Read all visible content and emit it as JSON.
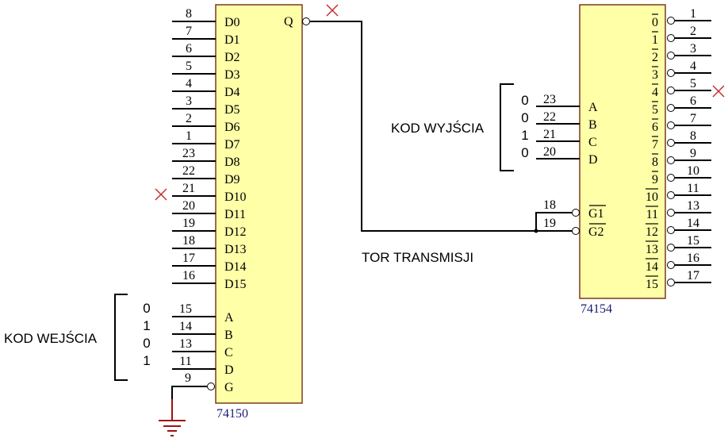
{
  "colors": {
    "chip_fill": "#ffffa8",
    "chip_border": "#7a3a1e",
    "wire": "#000000",
    "ground": "#a01010",
    "mark_x": "#c03030",
    "chip_label": "#1a1a7a"
  },
  "mux": {
    "name": "74150",
    "output_label": "Q",
    "data_inputs": [
      {
        "label": "D0",
        "pin": "8"
      },
      {
        "label": "D1",
        "pin": "7"
      },
      {
        "label": "D2",
        "pin": "6"
      },
      {
        "label": "D3",
        "pin": "5"
      },
      {
        "label": "D4",
        "pin": "4"
      },
      {
        "label": "D5",
        "pin": "3"
      },
      {
        "label": "D6",
        "pin": "2"
      },
      {
        "label": "D7",
        "pin": "1"
      },
      {
        "label": "D8",
        "pin": "23"
      },
      {
        "label": "D9",
        "pin": "22"
      },
      {
        "label": "D10",
        "pin": "21",
        "marked": true
      },
      {
        "label": "D11",
        "pin": "20"
      },
      {
        "label": "D12",
        "pin": "19"
      },
      {
        "label": "D13",
        "pin": "18"
      },
      {
        "label": "D14",
        "pin": "17"
      },
      {
        "label": "D15",
        "pin": "16"
      }
    ],
    "select_inputs": [
      {
        "label": "A",
        "pin": "15",
        "value": "0"
      },
      {
        "label": "B",
        "pin": "14",
        "value": "1"
      },
      {
        "label": "C",
        "pin": "13",
        "value": "0"
      },
      {
        "label": "D",
        "pin": "11",
        "value": "1"
      }
    ],
    "enable": {
      "label": "G",
      "pin": "9"
    },
    "select_group_label": "KOD WEJŚCIA"
  },
  "demux": {
    "name": "74154",
    "select_inputs": [
      {
        "label": "A",
        "pin": "23",
        "value": "0"
      },
      {
        "label": "B",
        "pin": "22",
        "value": "0"
      },
      {
        "label": "C",
        "pin": "21",
        "value": "1"
      },
      {
        "label": "D",
        "pin": "20",
        "value": "0"
      }
    ],
    "enables": [
      {
        "label": "G1",
        "pin": "18"
      },
      {
        "label": "G2",
        "pin": "19"
      }
    ],
    "outputs": [
      {
        "label": "0",
        "pin": "1"
      },
      {
        "label": "1",
        "pin": "2"
      },
      {
        "label": "2",
        "pin": "3"
      },
      {
        "label": "3",
        "pin": "4"
      },
      {
        "label": "4",
        "pin": "5",
        "marked": true
      },
      {
        "label": "5",
        "pin": "6"
      },
      {
        "label": "6",
        "pin": "7"
      },
      {
        "label": "7",
        "pin": "8"
      },
      {
        "label": "8",
        "pin": "9"
      },
      {
        "label": "9",
        "pin": "10"
      },
      {
        "label": "10",
        "pin": "11"
      },
      {
        "label": "11",
        "pin": "13"
      },
      {
        "label": "12",
        "pin": "14"
      },
      {
        "label": "13",
        "pin": "15"
      },
      {
        "label": "14",
        "pin": "16"
      },
      {
        "label": "15",
        "pin": "17"
      }
    ],
    "select_group_label": "KOD WYJŚCIA"
  },
  "transmission_label": "TOR TRANSMISJI"
}
